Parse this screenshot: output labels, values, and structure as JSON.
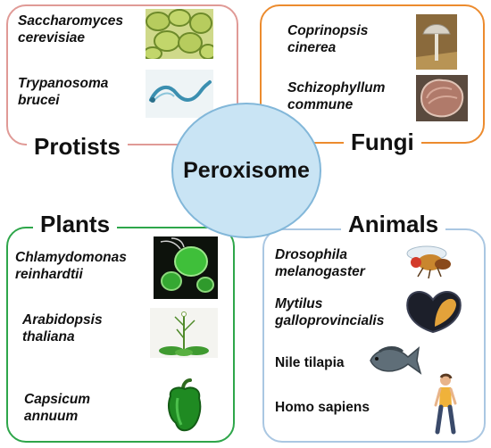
{
  "center": {
    "label": "Peroxisome"
  },
  "groups": {
    "protists": {
      "title": "Protists",
      "species": [
        {
          "line1": "Saccharomyces",
          "line2": "cerevisiae",
          "image": "yeast-cells-icon"
        },
        {
          "line1": "Trypanosoma",
          "line2": "brucei",
          "image": "trypanosome-icon"
        }
      ]
    },
    "fungi": {
      "title": "Fungi",
      "species": [
        {
          "line1": "Coprinopsis",
          "line2": "cinerea",
          "image": "mushroom-icon"
        },
        {
          "line1": "Schizophyllum",
          "line2": "commune",
          "image": "bracket-fungus-icon"
        }
      ]
    },
    "plants": {
      "title": "Plants",
      "species": [
        {
          "line1": "Chlamydomonas",
          "line2": "reinhardtii",
          "image": "green-algae-icon"
        },
        {
          "line1": "Arabidopsis",
          "line2": "thaliana",
          "image": "arabidopsis-plant-icon"
        },
        {
          "line1": "Capsicum",
          "line2": "annuum",
          "image": "green-pepper-icon"
        }
      ]
    },
    "animals": {
      "title": "Animals",
      "species": [
        {
          "line1": "Drosophila",
          "line2": "melanogaster",
          "image": "fruit-fly-icon"
        },
        {
          "line1": "Mytilus",
          "line2": "galloprovincialis",
          "image": "mussel-icon"
        },
        {
          "line1": "Nile tilapia",
          "image": "fish-icon"
        },
        {
          "line1": "Homo sapiens",
          "image": "human-icon"
        }
      ]
    }
  },
  "colors": {
    "protists_border": "#e09a96",
    "fungi_border": "#ec8b2e",
    "plants_border": "#2ea64a",
    "animals_border": "#aac7e2",
    "center_fill": "#c9e4f4"
  }
}
